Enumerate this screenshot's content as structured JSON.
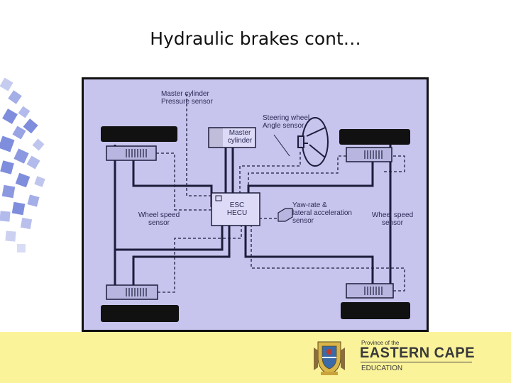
{
  "slide": {
    "title": "Hydraulic brakes cont…"
  },
  "diagram": {
    "master_cylinder_pressure_sensor": "Master cylinder\nPressure sensor",
    "master_cylinder": "Master\ncylinder",
    "steering_wheel_angle_sensor": "Steering wheel\nAngle sensor",
    "esc_hecu": "ESC\nHECU",
    "yaw_rate_sensor": "Yaw-rate &\nlateral acceleration\nsensor",
    "wheel_speed_sensor_left": "Wheel speed\nsensor",
    "wheel_speed_sensor_right": "Wheel speed\nsensor"
  },
  "footer": {
    "province_of_the": "Province of the",
    "eastern_cape": "EASTERN CAPE",
    "education": "EDUCATION"
  },
  "colors": {
    "diagram_bg": "#c7c4ee",
    "footer_bg": "#fbf39a",
    "deco_blue": "#7f8ddd"
  }
}
